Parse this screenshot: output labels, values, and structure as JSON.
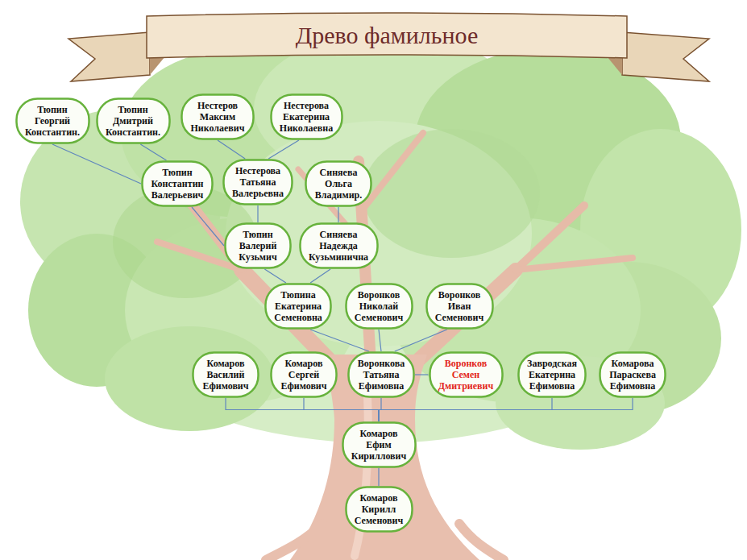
{
  "diagram": {
    "title": "Древо фамильное",
    "nodes": [
      {
        "text": [
          "Тюпин Георгий Константин."
        ]
      },
      {
        "text": [
          "Тюпин Дмитрий Константин."
        ]
      },
      {
        "text": [
          "Нестеров Максим Николаевич"
        ]
      },
      {
        "text": [
          "Нестерова Екатерина Николаевна"
        ]
      },
      {
        "text": [
          "Тюпин Константин Валерьевич"
        ]
      },
      {
        "text": [
          "Нестерова Татьяна Валерьевна"
        ]
      },
      {
        "text": [
          "Синяева Ольга Владимир."
        ]
      },
      {
        "text": [
          "Тюпин Валерий Кузьмич"
        ]
      },
      {
        "text": [
          "Синяева Надежда Кузьминична"
        ]
      },
      {
        "text": [
          "Тюпина Екатерина Семеновна"
        ]
      },
      {
        "text": [
          "Воронков Николай Семенович"
        ]
      },
      {
        "text": [
          "Воронков Иван Семенович"
        ]
      },
      {
        "text": [
          "Комаров Василий Ефимович"
        ]
      },
      {
        "text": [
          "Комаров Сергей Ефимович"
        ]
      },
      {
        "text": [
          "Воронкова Татьяна Ефимовна"
        ]
      },
      {
        "text": [
          "Воронков Семен Дмитриевич"
        ]
      },
      {
        "text": [
          "Завродская Екатерина Ефимовна"
        ]
      },
      {
        "text": [
          "Комарова Параскева Ефимовна"
        ]
      },
      {
        "text": [
          "Комаров Ефим Кириллович"
        ]
      },
      {
        "text": [
          "Комаров Кирилл Семенович"
        ]
      }
    ],
    "edges": [
      {
        "from": 0,
        "to": 4,
        "arrow": "none"
      },
      {
        "from": 1,
        "to": 4,
        "arrow": "none"
      },
      {
        "from": 2,
        "to": 5,
        "arrow": "none"
      },
      {
        "from": 3,
        "to": 5,
        "arrow": "none"
      },
      {
        "from": 4,
        "to": 7,
        "arrow": "none"
      },
      {
        "from": 5,
        "to": 7,
        "arrow": "none"
      },
      {
        "from": 6,
        "to": 8,
        "arrow": "none"
      },
      {
        "from": 7,
        "to": 9,
        "arrow": "none"
      },
      {
        "from": 8,
        "to": 9,
        "arrow": "none"
      },
      {
        "from": 9,
        "to": 14,
        "arrow": "none"
      },
      {
        "from": 10,
        "to": 14,
        "arrow": "none"
      },
      {
        "from": 11,
        "to": 14,
        "arrow": "none"
      },
      {
        "from": 14,
        "to": 15,
        "arrow": "none"
      },
      {
        "from": 12,
        "to": 18,
        "arrow": "none"
      },
      {
        "from": 13,
        "to": 18,
        "arrow": "none"
      },
      {
        "from": 14,
        "to": 18,
        "arrow": "none"
      },
      {
        "from": 16,
        "to": 18,
        "arrow": "none"
      },
      {
        "from": 17,
        "to": 18,
        "arrow": "none"
      },
      {
        "from": 18,
        "to": 19,
        "arrow": "none"
      }
    ]
  }
}
